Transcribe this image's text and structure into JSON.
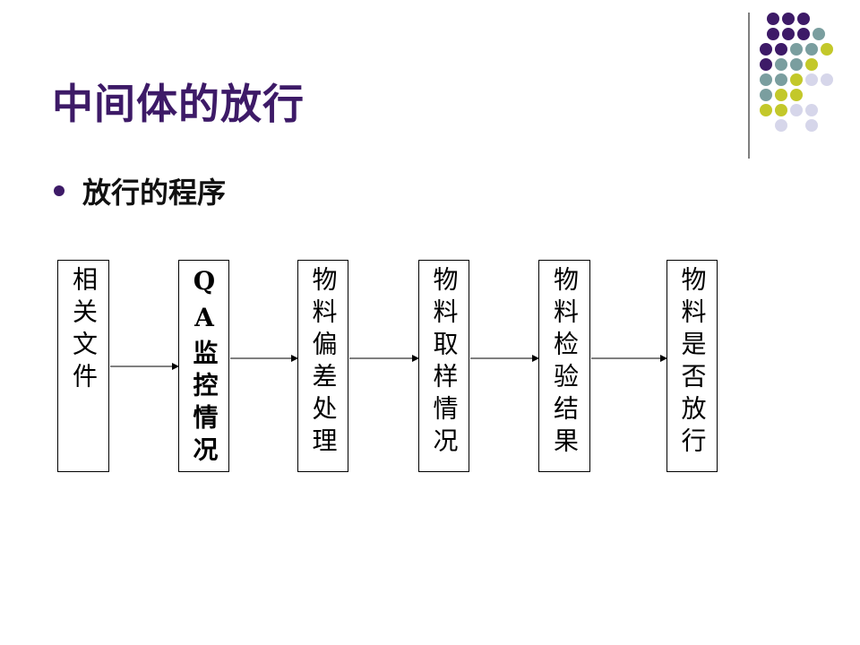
{
  "slide": {
    "title": "中间体的放行",
    "bullet": "放行的程序"
  },
  "flow": {
    "steps": [
      {
        "label": "相关文件"
      },
      {
        "label": "QA监控情况"
      },
      {
        "label": "物料偏差处理"
      },
      {
        "label": "物料取样情况"
      },
      {
        "label": "物料检验结果"
      },
      {
        "label": "物料是否放行"
      }
    ]
  },
  "theme": {
    "title_color": "#3d1a67",
    "dot_colors": [
      "#3d1a67",
      "#7a9e9f",
      "#c3c82a",
      "#d6d6ea"
    ]
  }
}
